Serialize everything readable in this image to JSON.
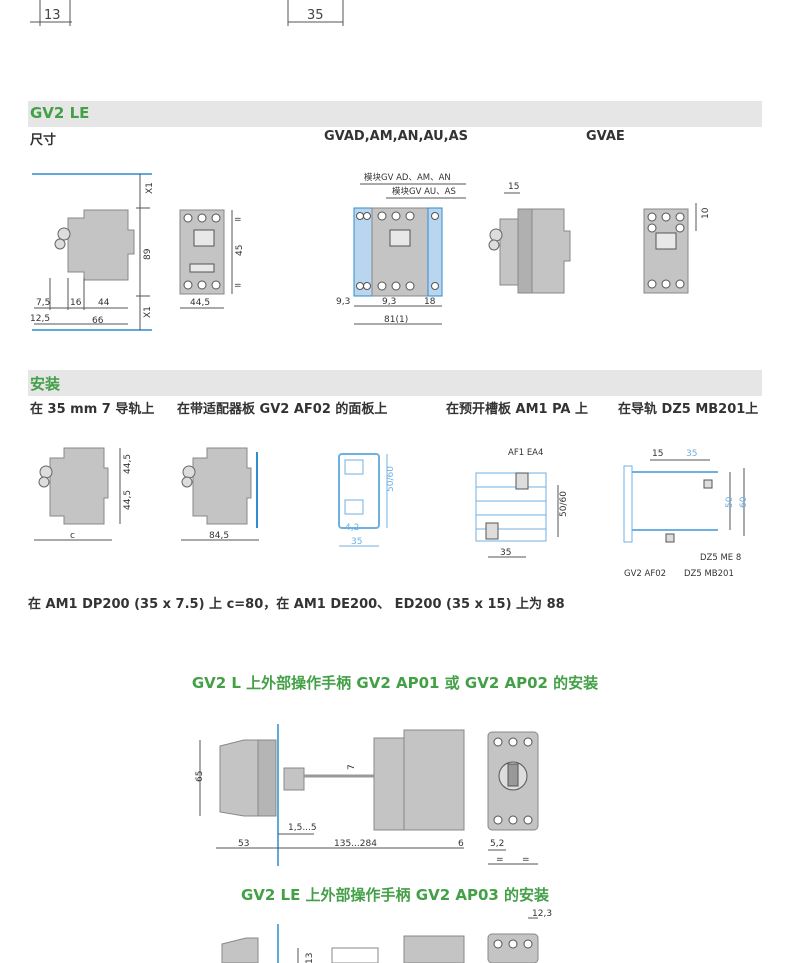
{
  "top_dims": {
    "d1": "13",
    "d2": "35"
  },
  "section1": {
    "title": "GV2 LE",
    "col_size": "尺寸",
    "col_gvad": "GVAD,AM,AN,AU,AS",
    "col_gvae": "GVAE"
  },
  "fig1": {
    "x1_top": "X1",
    "h89": "89",
    "x1_bot": "X1",
    "d7_5": "7,5",
    "d16": "16",
    "d44": "44",
    "d12_5": "12,5",
    "d66": "66",
    "front_eq": "=",
    "front_45": "45",
    "front_44_5": "44,5"
  },
  "fig2": {
    "label_a": "模块GV AD、AM、AN",
    "label_b": "模块GV AU、AS",
    "d9_3a": "9,3",
    "d9_3b": "9,3",
    "d18": "18",
    "d81": "81(1)"
  },
  "fig3": {
    "d15": "15",
    "d10": "10"
  },
  "section2": {
    "title": "安装",
    "cap1": "在 35 mm 7 导轨上",
    "cap2": "在带适配器板 GV2 AF02 的面板上",
    "cap3": "在预开槽板 AM1 PA 上",
    "cap4": "在导轨 DZ5 MB201上"
  },
  "fig4": {
    "d44_5a": "44,5",
    "d44_5b": "44,5",
    "dc": "c"
  },
  "fig5": {
    "d84_5": "84,5"
  },
  "fig6": {
    "d50_60": "50/60",
    "d4_2": "4,2",
    "d35": "35"
  },
  "fig7": {
    "label": "AF1 EA4",
    "d50_60": "50/60",
    "d35": "35"
  },
  "fig8": {
    "d15": "15",
    "d35": "35",
    "d50": "50",
    "d60": "60",
    "l_me8": "DZ5 ME 8",
    "l_af02": "GV2 AF02",
    "l_mb201": "DZ5 MB201"
  },
  "note": "在 AM1 DP200 (35 x 7.5) 上 c=80，在 AM1 DE200、 ED200 (35 x 15) 上为 88",
  "section3": {
    "title": "GV2 L 上外部操作手柄 GV2 AP01 或 GV2 AP02 的安装",
    "d65": "65",
    "d7": "7",
    "d1_5": "1,5...5",
    "d53": "53",
    "d135": "135...284",
    "d6": "6",
    "d5_2": "5,2",
    "eq1": "=",
    "eq2": "="
  },
  "section4": {
    "title": "GV2 LE 上外部操作手柄 GV2 AP03 的安装",
    "d13": "13",
    "d12_3": "12,3"
  }
}
